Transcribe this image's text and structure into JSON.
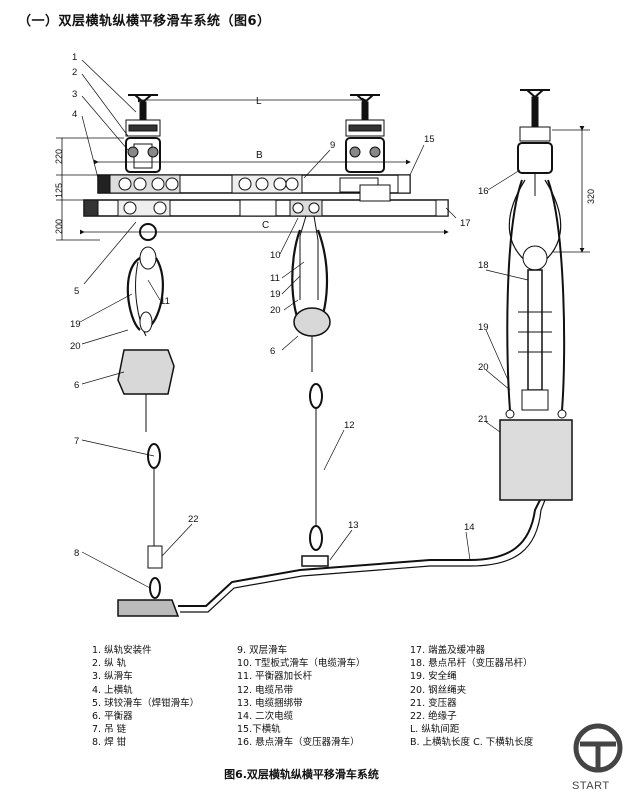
{
  "title": "（一）双层横轨纵横平移滑车系统（图6）",
  "dimensions": {
    "L": "L",
    "B": "B",
    "C": "C",
    "d220": "220",
    "d125": "125",
    "d200": "200",
    "d320": "320"
  },
  "callouts": {
    "n1": "1",
    "n2": "2",
    "n3": "3",
    "n4": "4",
    "n5": "5",
    "n6a": "6",
    "n6b": "6",
    "n7": "7",
    "n8": "8",
    "n9": "9",
    "n10": "10",
    "n11a": "11",
    "n11b": "11",
    "n12": "12",
    "n13": "13",
    "n14": "14",
    "n15": "15",
    "n16": "16",
    "n17": "17",
    "n18": "18",
    "n19a": "19",
    "n19b": "19",
    "n19c": "19",
    "n20a": "20",
    "n20b": "20",
    "n20c": "20",
    "n21": "21",
    "n22": "22"
  },
  "legend": {
    "col1": [
      "1. 纵轨安装件",
      "2. 纵  轨",
      "3. 纵滑车",
      "4. 上横轨",
      "5. 球铰滑车（焊钳滑车）",
      "6. 平衡器",
      "7. 吊  链",
      "8. 焊  钳"
    ],
    "col2": [
      "9. 双层滑车",
      "10. T型板式滑车（电缆滑车）",
      "11. 平衡器加长杆",
      "12. 电缆吊带",
      "13. 电缆捆绑带",
      "14. 二次电缆",
      "15.下横轨",
      "16. 悬点滑车（变压器滑车）"
    ],
    "col3": [
      "17. 端盖及缓冲器",
      "18. 悬点吊杆（变压器吊杆）",
      "19. 安全绳",
      "20. 钢丝绳夹",
      "21. 变压器",
      "22. 绝缘子",
      "L. 纵轨间距",
      "B. 上横轨长度  C. 下横轨长度"
    ]
  },
  "caption": "图6.双层横轨纵横平移滑车系统",
  "logo": {
    "text": "START"
  }
}
